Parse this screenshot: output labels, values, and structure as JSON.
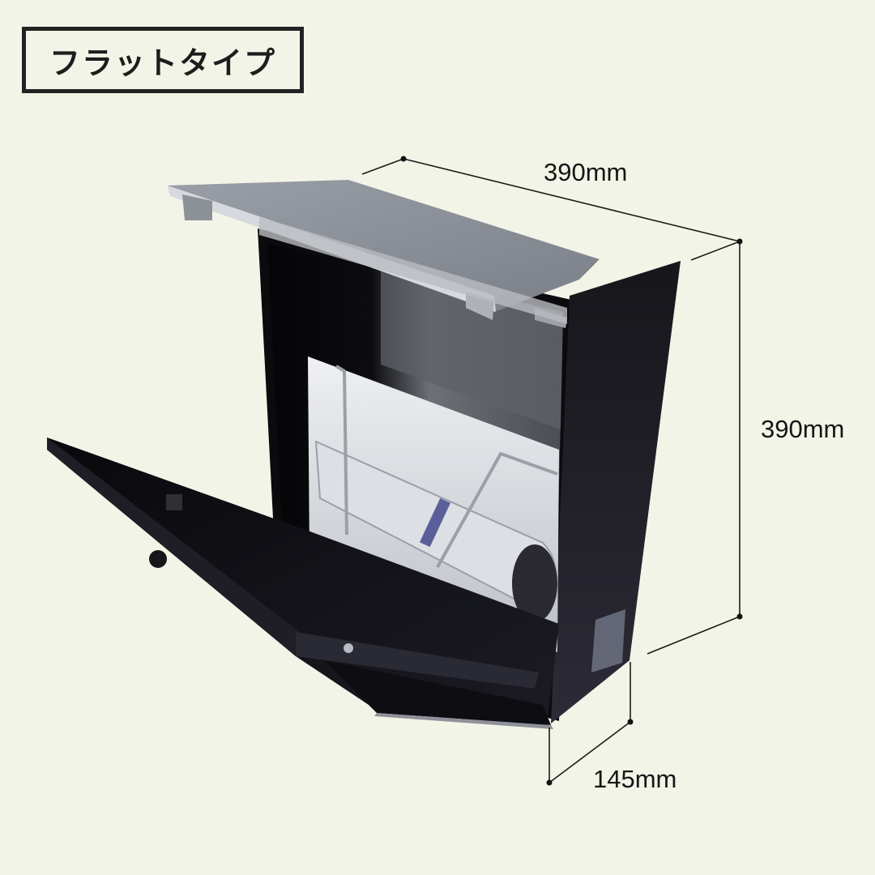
{
  "header": {
    "type_label": "フラットタイプ"
  },
  "dimensions": {
    "width": "390mm",
    "height": "390mm",
    "depth": "145mm"
  },
  "colors": {
    "background": "#f3f4e8",
    "body": "#141318",
    "side_panel": "#24232c",
    "lid": "#8d9199",
    "lid_highlight": "#c9ccd0",
    "dimension_line": "#1a1a1a"
  },
  "illustration": {
    "subject": "wall-mounted mailbox, flat type, open front door with newspaper holder"
  }
}
